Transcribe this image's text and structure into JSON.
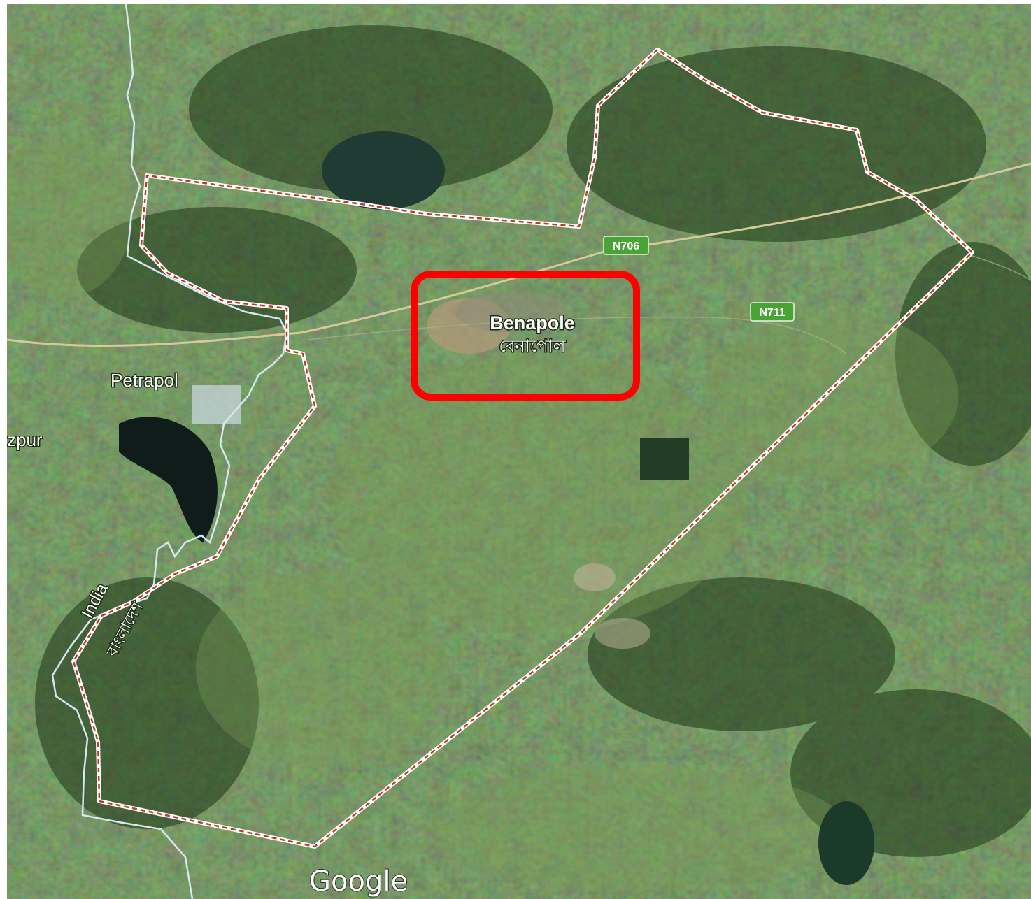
{
  "map": {
    "labels": {
      "benapole_en": "Benapole",
      "benapole_bn": "বেনাপোল",
      "petrapol": "Petrapol",
      "zpur": "zpur",
      "india": "India",
      "bangladesh_bn": "বাংলাদেশ"
    },
    "road_shields": {
      "n706": "N706",
      "n711": "N711"
    },
    "attribution": "Google",
    "colors": {
      "highlight_box": "#ff0000",
      "boundary_red": "#c0392b",
      "boundary_white": "#ffffff",
      "shield_green": "#4aa336",
      "road": "#d8c99a",
      "border_line": "#cfe3f0"
    }
  }
}
